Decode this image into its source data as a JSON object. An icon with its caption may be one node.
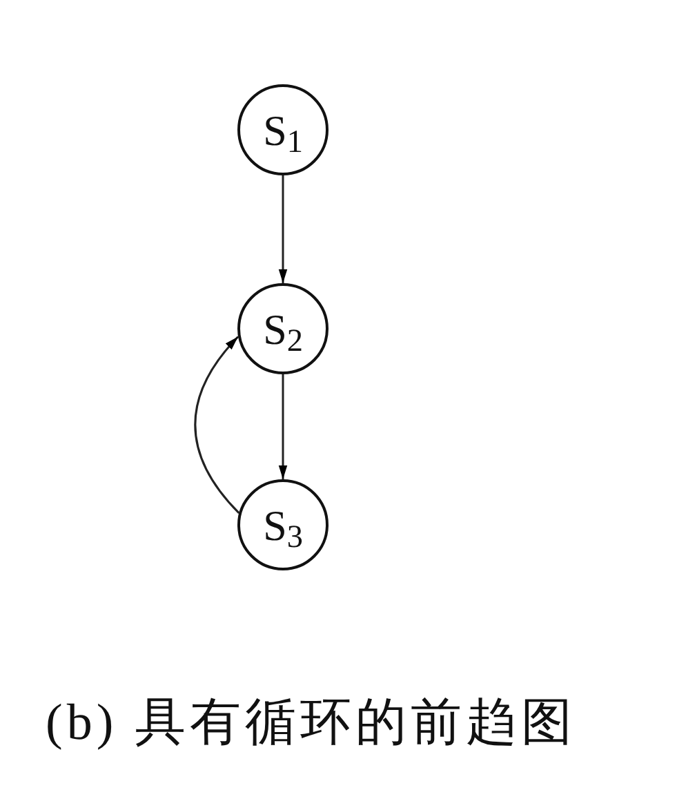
{
  "diagram": {
    "caption": "(b) 具有循环的前趋图",
    "nodes": [
      {
        "text": [
          "S$_{1}$"
        ]
      },
      {
        "text": [
          "S$_{2}$"
        ]
      },
      {
        "text": [
          "S$_{3}$"
        ]
      }
    ],
    "edges": [
      {
        "from": 0,
        "to": 1,
        "arrow": "to"
      },
      {
        "from": 1,
        "to": 2,
        "arrow": "to"
      },
      {
        "from": 2,
        "to": 1,
        "arrow": "to"
      }
    ]
  }
}
